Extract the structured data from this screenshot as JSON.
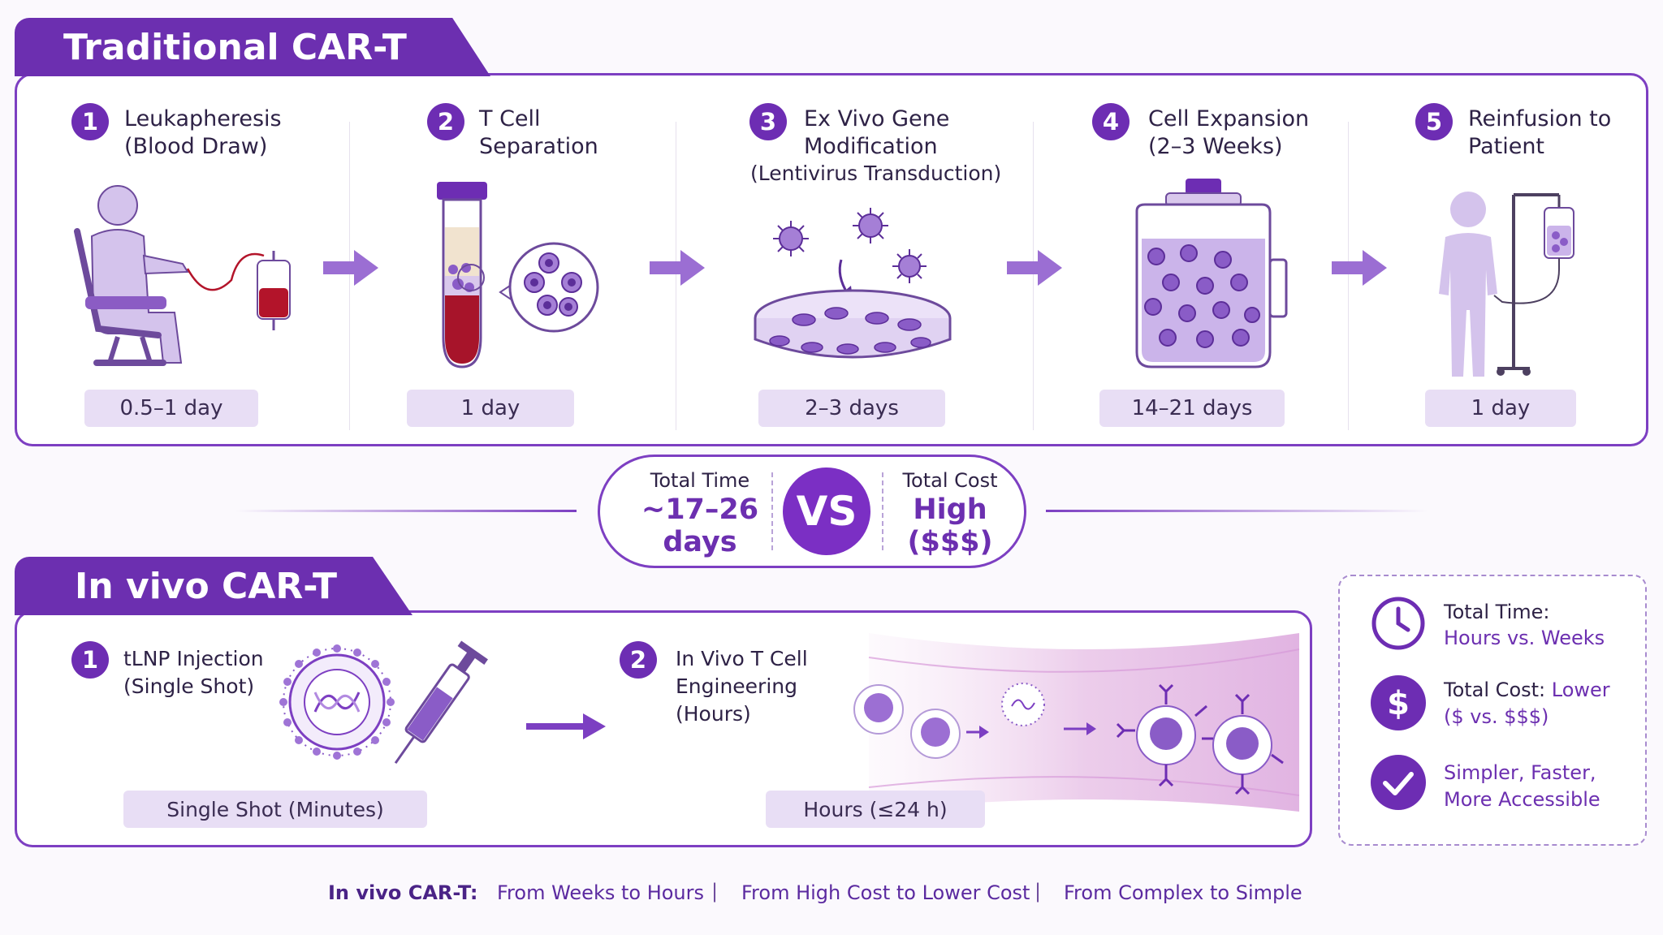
{
  "traditional": {
    "title": "Traditional CAR-T",
    "steps": [
      {
        "num": "1",
        "line1": "Leukapheresis",
        "line2": "(Blood Draw)",
        "line3": "",
        "duration": "0.5–1 day",
        "icon": "patient-chair-blood-bag-icon"
      },
      {
        "num": "2",
        "line1": "T Cell",
        "line2": "Separation",
        "line3": "",
        "duration": "1 day",
        "icon": "test-tube-cells-icon"
      },
      {
        "num": "3",
        "line1": "Ex Vivo Gene",
        "line2": "Modification",
        "line3": "(Lentivirus Transduction)",
        "duration": "2–3 days",
        "icon": "petri-dish-virus-icon"
      },
      {
        "num": "4",
        "line1": "Cell Expansion",
        "line2": "(2–3 Weeks)",
        "line3": "",
        "duration": "14–21 days",
        "icon": "bioreactor-jar-icon"
      },
      {
        "num": "5",
        "line1": "Reinfusion to",
        "line2": "Patient",
        "line3": "",
        "duration": "1 day",
        "icon": "patient-iv-drip-icon"
      }
    ]
  },
  "vs": {
    "time_label": "Total Time",
    "time_value_1": "~17–26",
    "time_value_2": "days",
    "badge": "VS",
    "cost_label": "Total Cost",
    "cost_value_1": "High",
    "cost_value_2": "($$$)"
  },
  "invivo": {
    "title": "In vivo CAR-T",
    "steps": [
      {
        "num": "1",
        "line1": "tLNP Injection",
        "line2": "(Single Shot)",
        "line3": "",
        "duration": "Single Shot (Minutes)",
        "icon": "lnp-syringe-icon"
      },
      {
        "num": "2",
        "line1": "In Vivo T Cell",
        "line2": "Engineering",
        "line3": "(Hours)",
        "duration": "Hours (≤24 h)",
        "icon": "blood-vessel-cells-icon"
      }
    ]
  },
  "benefits": [
    {
      "icon": "clock-icon",
      "label": "Total Time:",
      "value": "Hours vs. Weeks"
    },
    {
      "icon": "dollar-icon",
      "label": "Total Cost: ",
      "value_inline": "Lower",
      "value": "($ vs. $$$)"
    },
    {
      "icon": "check-icon",
      "label": "",
      "value": "Simpler, Faster,",
      "value2": "More Accessible"
    }
  ],
  "footer": {
    "lead": "In vivo CAR-T:",
    "items": [
      "From Weeks to Hours",
      "From High Cost to Lower Cost",
      "From Complex to Simple"
    ],
    "separator": "|"
  },
  "colors": {
    "primary": "#6c2fb0",
    "accent": "#8a4fd0",
    "light": "#e8def5",
    "blood": "#b3142a"
  }
}
